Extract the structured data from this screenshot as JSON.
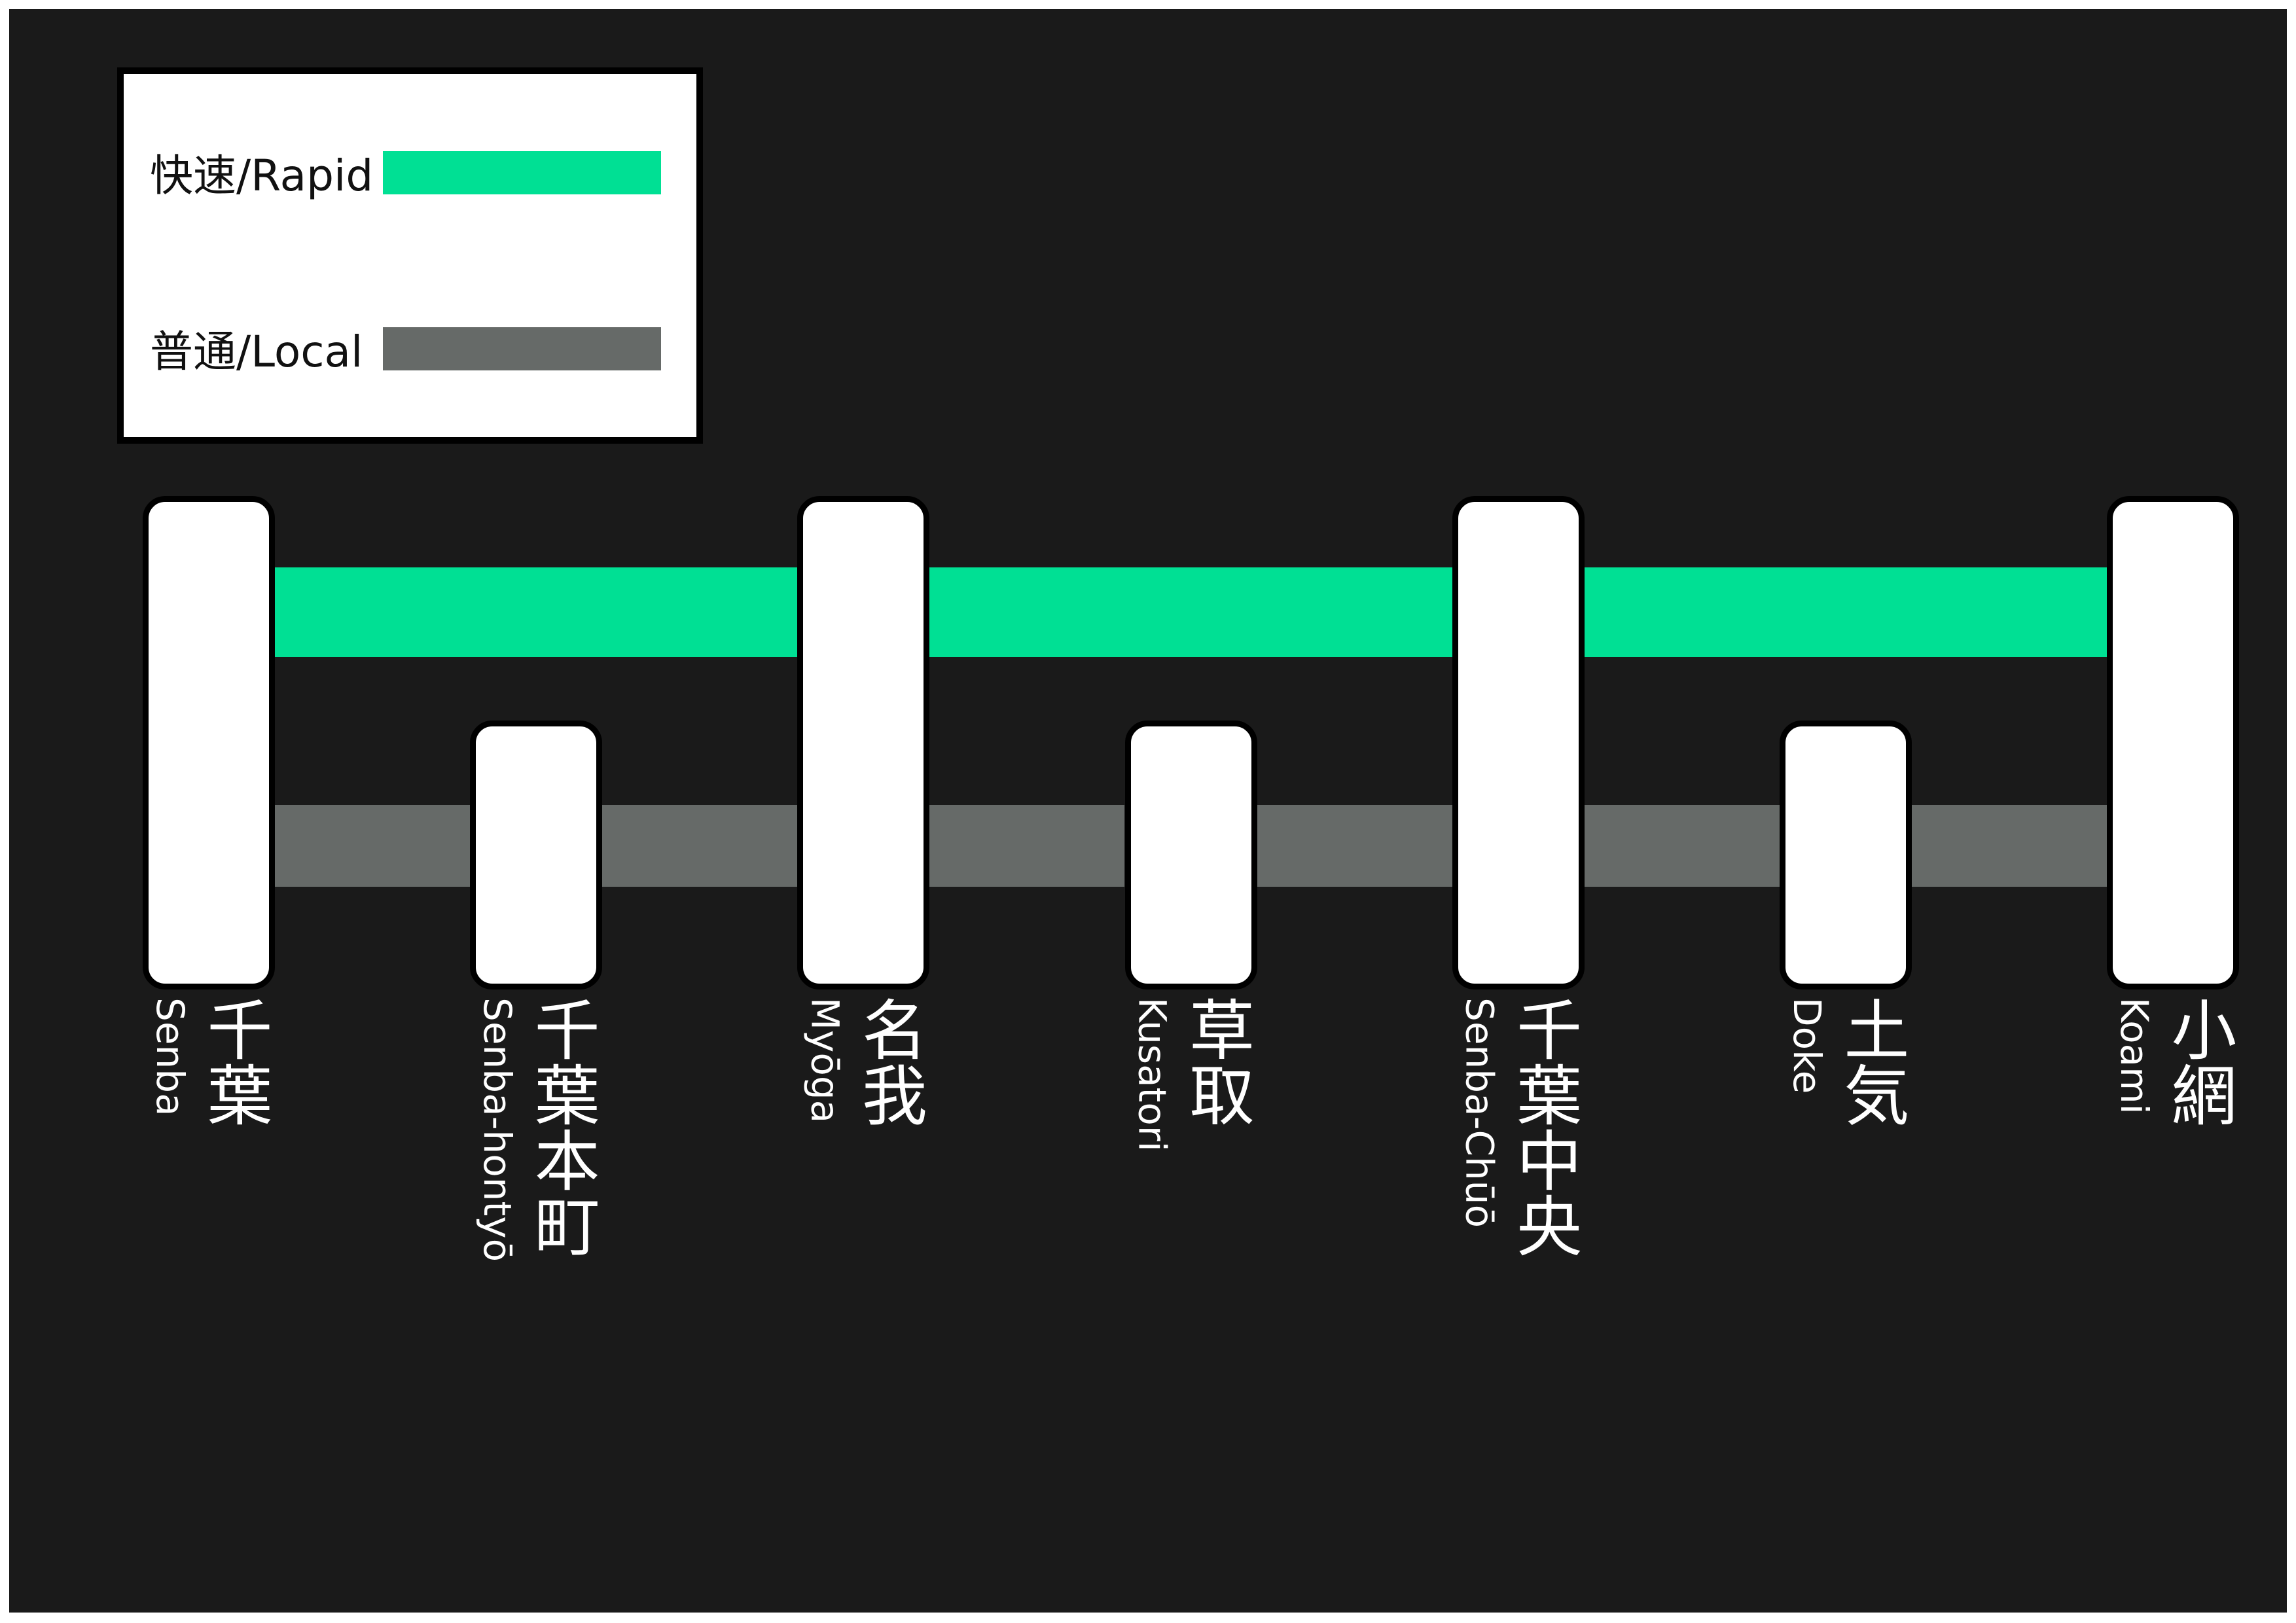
{
  "legend": {
    "rapid_label": "快速/Rapid",
    "local_label": "普通/Local"
  },
  "colors": {
    "rapid": "#00e094",
    "local": "#666a68",
    "background": "#1a1a1a",
    "station_fill": "#ffffff"
  },
  "stations": [
    {
      "jp": "千葉",
      "en": "Senba",
      "rapid_stop": true
    },
    {
      "jp": "千葉本町",
      "en": "Senba-hontyō",
      "rapid_stop": false
    },
    {
      "jp": "名我",
      "en": "Myōga",
      "rapid_stop": true
    },
    {
      "jp": "草取",
      "en": "Kusatori",
      "rapid_stop": false
    },
    {
      "jp": "千葉中央",
      "en": "Senba-Chūō",
      "rapid_stop": true
    },
    {
      "jp": "土気",
      "en": "Doke",
      "rapid_stop": false
    },
    {
      "jp": "小網",
      "en": "Koami",
      "rapid_stop": true
    }
  ]
}
